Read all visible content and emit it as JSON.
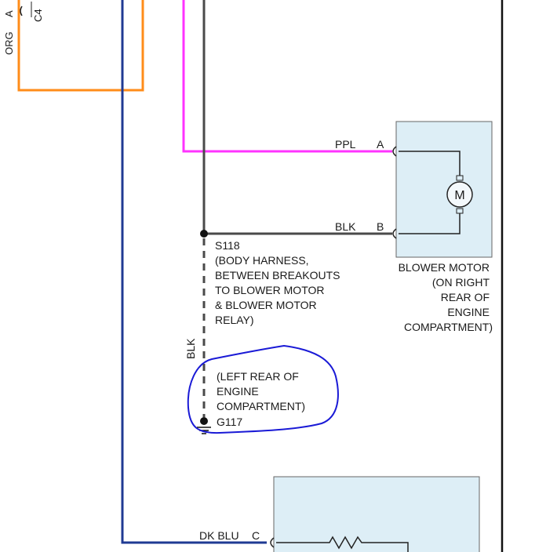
{
  "wire_colors": {
    "org": "#ff8c1a",
    "ppl": "#ff33ff",
    "blk": "#4a4a4a",
    "dk_blu": "#1f3a93",
    "annotation": "#1a1ad6"
  },
  "top_left": {
    "wire_label": "ORG",
    "pin_label": "A",
    "connector_label": "C4"
  },
  "blower_motor": {
    "motor_symbol": "M",
    "pins": [
      {
        "pin": "A",
        "wire": "PPL"
      },
      {
        "pin": "B",
        "wire": "BLK"
      }
    ],
    "caption": [
      "BLOWER MOTOR",
      "(ON RIGHT",
      "REAR OF",
      "ENGINE",
      "COMPARTMENT)"
    ]
  },
  "splice": {
    "id": "S118",
    "description": [
      "(BODY HARNESS,",
      "BETWEEN BREAKOUTS",
      "TO BLOWER MOTOR",
      "& BLOWER MOTOR",
      "RELAY)"
    ]
  },
  "ground_wire": {
    "label": "BLK"
  },
  "ground": {
    "id": "G117",
    "location": [
      "(LEFT REAR OF",
      "ENGINE",
      "COMPARTMENT)"
    ]
  },
  "bottom_component": {
    "pin": "C",
    "wire": "DK BLU"
  }
}
